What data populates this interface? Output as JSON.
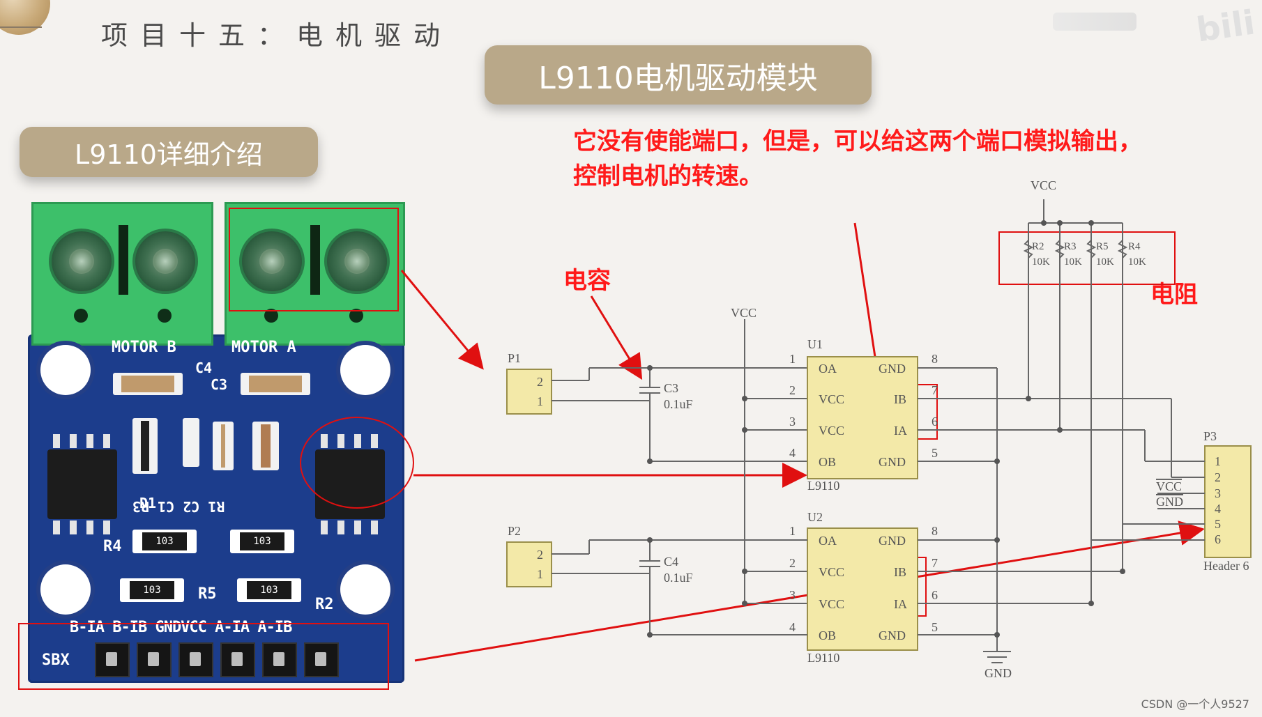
{
  "header": {
    "title": "项目十五：电机驱动",
    "watermark": "bili"
  },
  "pills": {
    "main": "L9110电机驱动模块",
    "sub": "L9110详细介绍"
  },
  "annotations": {
    "note_line1": "它没有使能端口，但是，可以给这两个端口模拟输出，",
    "note_line2": "控制电机的转速。",
    "capacitor_label": "电容",
    "resistor_label": "电阻"
  },
  "board": {
    "motor_b": "MOTOR B",
    "motor_a": "MOTOR A",
    "cap_left": "C4",
    "cap_right": "C3",
    "bottom_labels": "R1  C2  C1  R3",
    "r4": "R4",
    "r5": "R5",
    "r2": "R2",
    "d1": "D1",
    "resistor_code": "103",
    "header_labels": "B-IA B-IB GNDVCC A-IA A-IB",
    "sbx": "SBX"
  },
  "schematic": {
    "vcc_top": "VCC",
    "vcc_mid": "VCC",
    "p1": "P1",
    "p2": "P2",
    "p3": "P3",
    "pin2": "2",
    "pin1": "1",
    "c3": "C3",
    "c3_value": "0.1uF",
    "c4": "C4",
    "c4_value": "0.1uF",
    "u1": "U1",
    "u2": "U2",
    "chip_name": "L9110",
    "chip_left_pins": [
      "OA",
      "VCC",
      "VCC",
      "OB"
    ],
    "chip_right_pins": [
      "GND",
      "IB",
      "IA",
      "GND"
    ],
    "left_pin_numbers": [
      "1",
      "2",
      "3",
      "4"
    ],
    "right_pin_numbers": [
      "8",
      "7",
      "6",
      "5"
    ],
    "resistors": [
      {
        "ref": "R2",
        "value": "10K"
      },
      {
        "ref": "R3",
        "value": "10K"
      },
      {
        "ref": "R5",
        "value": "10K"
      },
      {
        "ref": "R4",
        "value": "10K"
      }
    ],
    "header_pins": [
      "1",
      "2",
      "3",
      "4",
      "5",
      "6"
    ],
    "header_vcc": "VCC",
    "header_gnd": "GND",
    "header_name": "Header 6",
    "gnd": "GND"
  },
  "footer": "CSDN @一个人9527"
}
